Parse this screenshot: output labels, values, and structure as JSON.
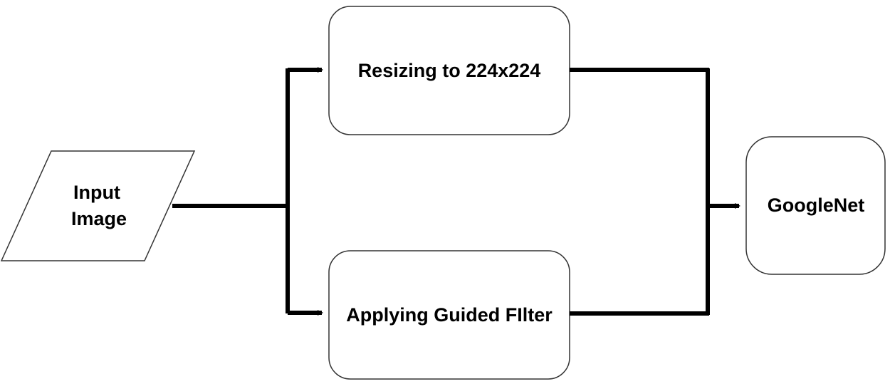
{
  "diagram": {
    "nodes": {
      "input": {
        "line1": "Input",
        "line2": "Image"
      },
      "resize": {
        "label": "Resizing to 224x224"
      },
      "guided_filter": {
        "label": "Applying Guided FIlter"
      },
      "googlenet": {
        "label": "GoogleNet"
      }
    },
    "edges": [
      {
        "from": "input",
        "to": "resize"
      },
      {
        "from": "input",
        "to": "guided_filter"
      },
      {
        "from": "resize",
        "to": "googlenet"
      },
      {
        "from": "guided_filter",
        "to": "googlenet"
      }
    ]
  }
}
